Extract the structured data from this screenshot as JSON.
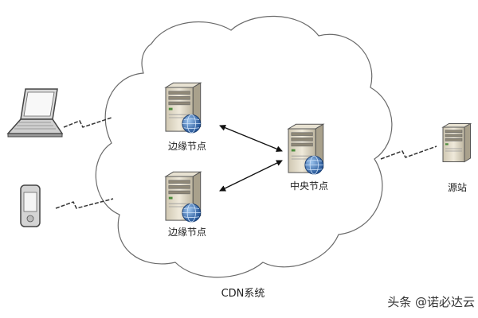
{
  "diagram": {
    "cloud_label": "CDN系统",
    "nodes": {
      "edge_node_top": "边缘节点",
      "edge_node_bottom": "边缘节点",
      "central_node": "中央节点",
      "origin_site": "源站"
    },
    "watermark": "头条 @诺必达云",
    "colors": {
      "outline": "#5a5a5a",
      "server_body": "#ddd6c4",
      "server_shade": "#b8b09c",
      "globe": "#2a63a8",
      "arrow": "#111111"
    }
  }
}
